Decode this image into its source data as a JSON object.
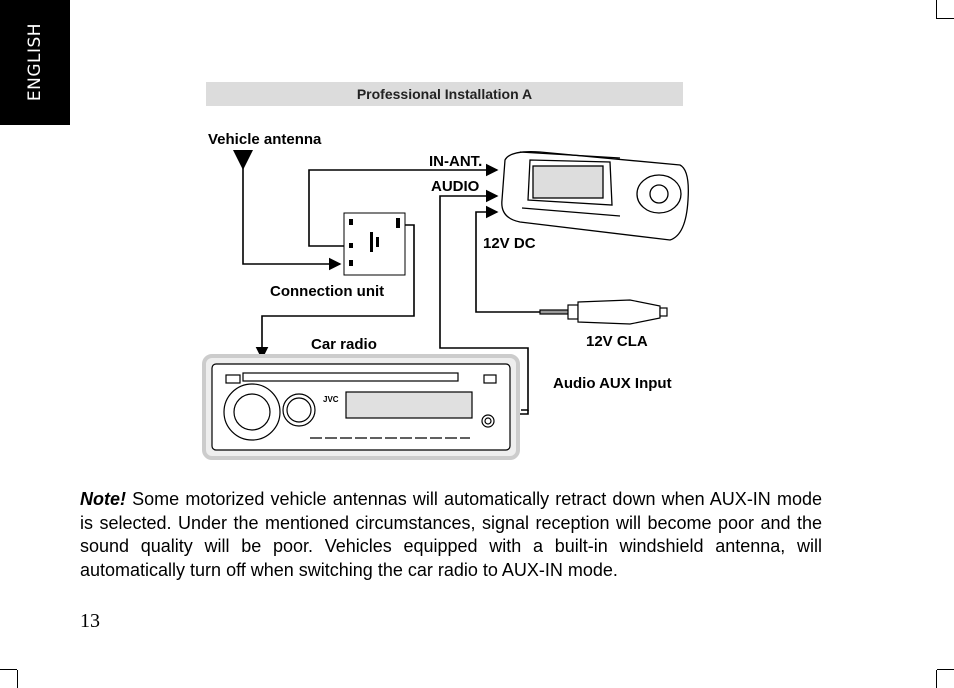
{
  "side_tab": "ENGLISH",
  "section_title": "Professional Installation A",
  "diagram": {
    "vehicle_antenna": "Vehicle antenna",
    "in_ant": "IN-ANT.",
    "audio": "AUDIO",
    "dc": "12V DC",
    "connection_unit": "Connection unit",
    "car_radio": "Car radio",
    "cla": "12V CLA",
    "aux": "Audio AUX Input",
    "radio_brand": "JVC"
  },
  "note": {
    "label": "Note!",
    "text": " Some motorized vehicle antennas will automatically retract down when AUX-IN mode is selected. Under the mentioned circumstances, signal reception will become poor and the sound quality will be poor. Vehicles equipped with a built-in windshield antenna, will automatically turn off when switching the car radio to AUX-IN mode."
  },
  "page_number": "13"
}
